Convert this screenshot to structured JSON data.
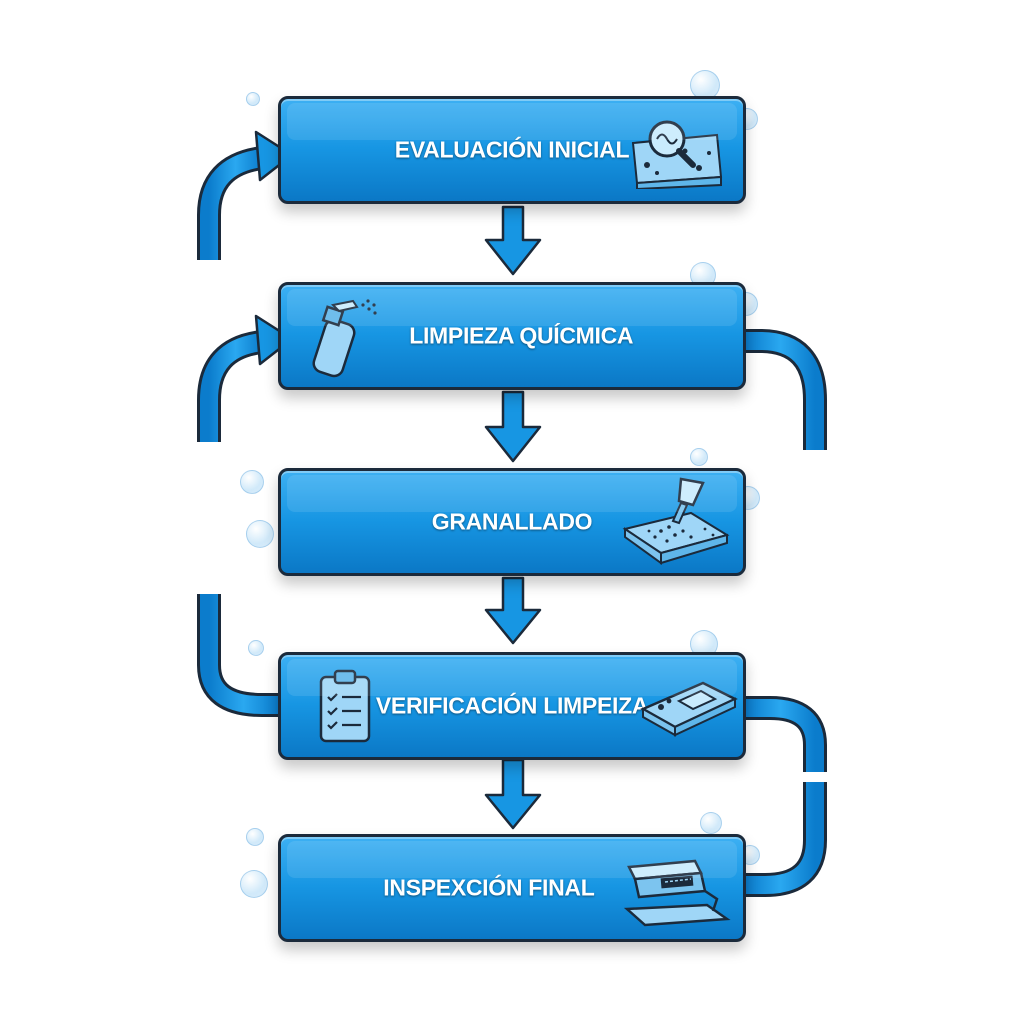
{
  "steps": [
    {
      "label": "EVALUACIÓN INICIAL",
      "icon": "magnifier-surface-icon"
    },
    {
      "label": "LIMPIEZA QUÍCMICA",
      "icon": "spray-bottle-icon"
    },
    {
      "label": "GRANALLADO",
      "icon": "sandblasting-icon"
    },
    {
      "label": "VERIFICACIÓN LIMPEIZA",
      "icon": "clipboard-checklist-icon",
      "icon2": "test-plate-icon"
    },
    {
      "label": "INSPEXCIÓN FINAL",
      "icon": "gauge-meter-icon"
    }
  ],
  "colors": {
    "box_top": "#3db0f3",
    "box_bottom": "#0b78c6",
    "arrow": "#1796e3",
    "outline": "#1b2a3b",
    "text": "#ffffff"
  }
}
